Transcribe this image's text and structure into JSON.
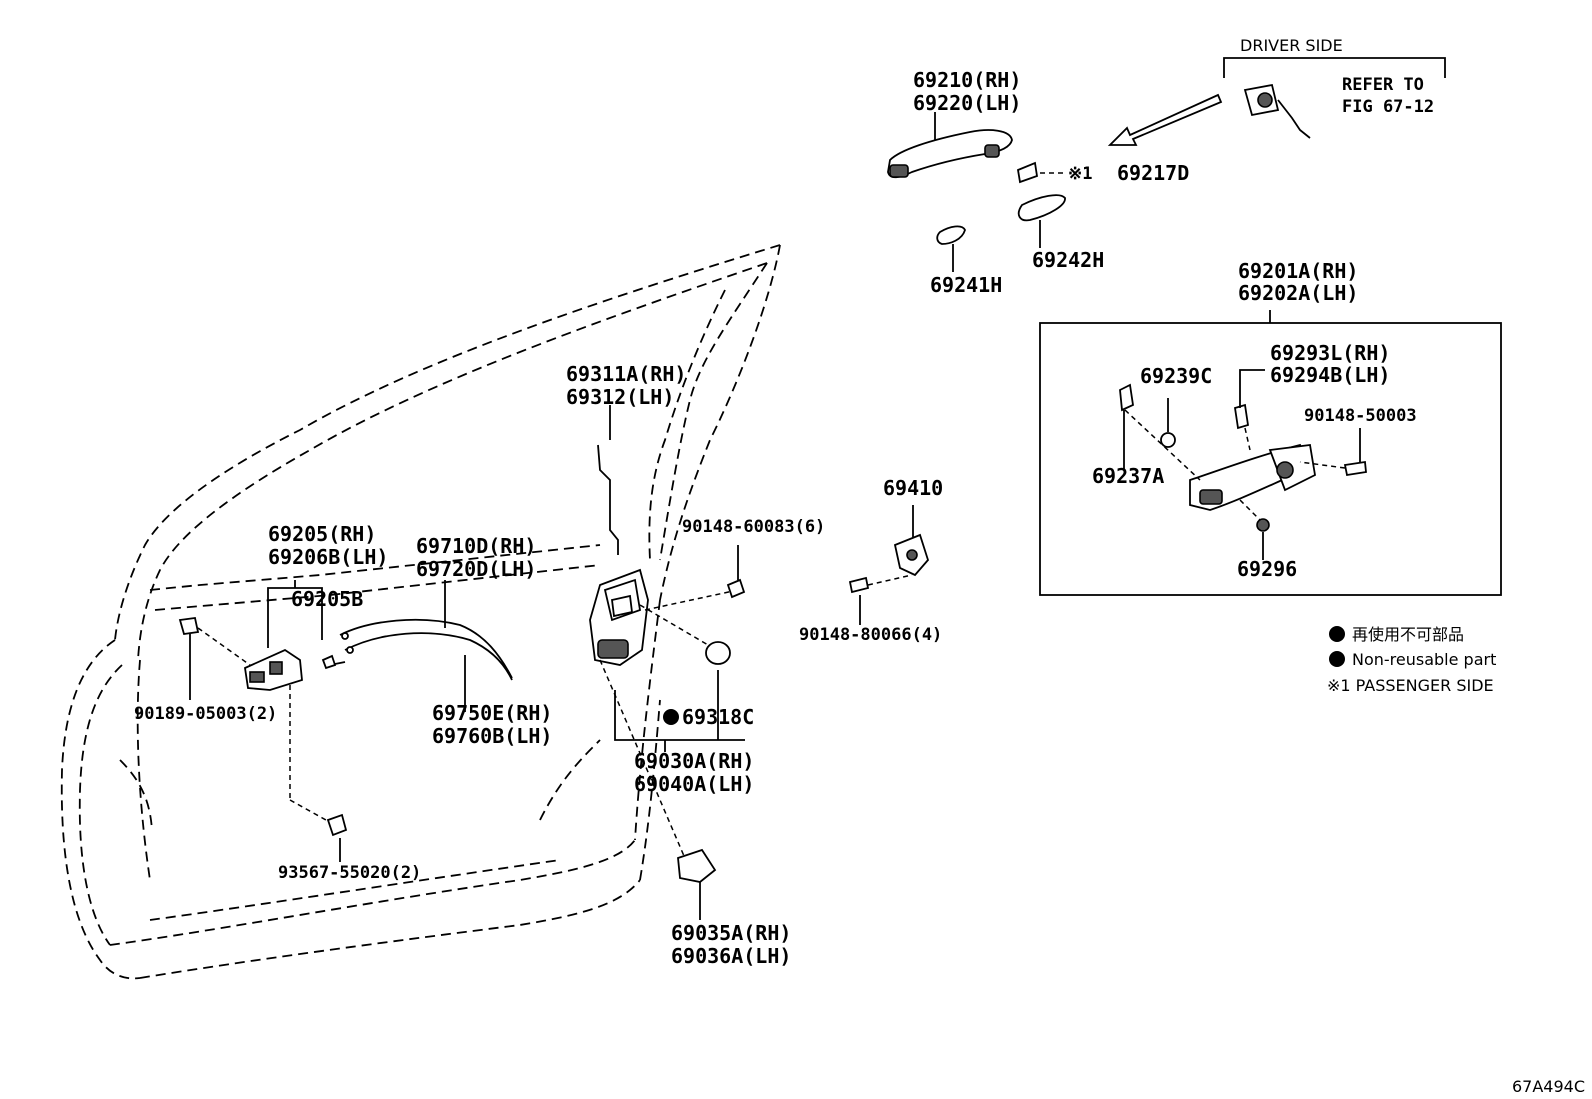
{
  "labels": {
    "driver_side": "DRIVER SIDE",
    "refer_to": "REFER TO",
    "fig": "FIG 67-12",
    "p69210": "69210(RH)",
    "p69220": "69220(LH)",
    "p69217d": "69217D",
    "mark_ref": "※1",
    "p69242h": "69242H",
    "p69241h": "69241H",
    "p69201a": "69201A(RH)",
    "p69202a": "69202A(LH)",
    "p69239c": "69239C",
    "p69293l": "69293L(RH)",
    "p69294b": "69294B(LH)",
    "p90148_50003": "90148-50003",
    "p69237a": "69237A",
    "p69296": "69296",
    "p69311a": "69311A(RH)",
    "p69312": "69312(LH)",
    "p90148_60083": "90148-60083(6)",
    "p69410": "69410",
    "p90148_80066": "90148-80066(4)",
    "p69205": "69205(RH)",
    "p69206b": "69206B(LH)",
    "p69205b": "69205B",
    "p69710d": "69710D(RH)",
    "p69720d": "69720D(LH)",
    "p90189": "90189-05003(2)",
    "p69750e": "69750E(RH)",
    "p69760b": "69760B(LH)",
    "p69318c": "69318C",
    "p69030a": "69030A(RH)",
    "p69040a": "69040A(LH)",
    "p93567": "93567-55020(2)",
    "p69035a": "69035A(RH)",
    "p69036a": "69036A(LH)"
  },
  "legend": {
    "nonreusable_jp": "再使用不可部品",
    "nonreusable_en": "Non-reusable part",
    "passenger": "※1 PASSENGER SIDE"
  },
  "figure_id": "67A494C"
}
